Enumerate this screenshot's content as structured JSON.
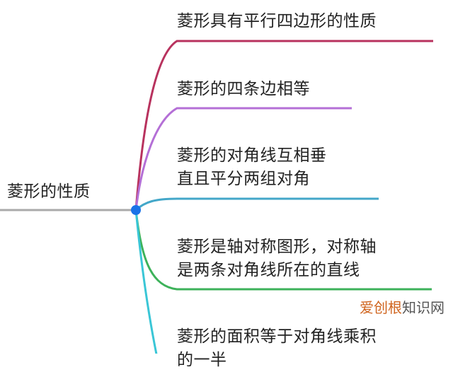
{
  "root": {
    "label": "菱形的性质",
    "color": "#aaaaaa",
    "node_color": "#1a73e8"
  },
  "branches": [
    {
      "lines": [
        "菱形具有平行四边形的性质"
      ],
      "color": "#b8325e"
    },
    {
      "lines": [
        "菱形的四条边相等"
      ],
      "color": "#b46fd6"
    },
    {
      "lines": [
        "菱形的对角线互相垂",
        "直且平分两组对角"
      ],
      "color": "#43a7c9"
    },
    {
      "lines": [
        "菱形是轴对称图形，对称轴",
        "是两条对角线所在的直线"
      ],
      "color": "#3db25a"
    },
    {
      "lines": [
        "菱形的面积等于对角线乘积",
        "的一半"
      ],
      "color": "#3ac6d6"
    }
  ],
  "watermark": {
    "part1": "爱创根",
    "part2": "知识网"
  }
}
